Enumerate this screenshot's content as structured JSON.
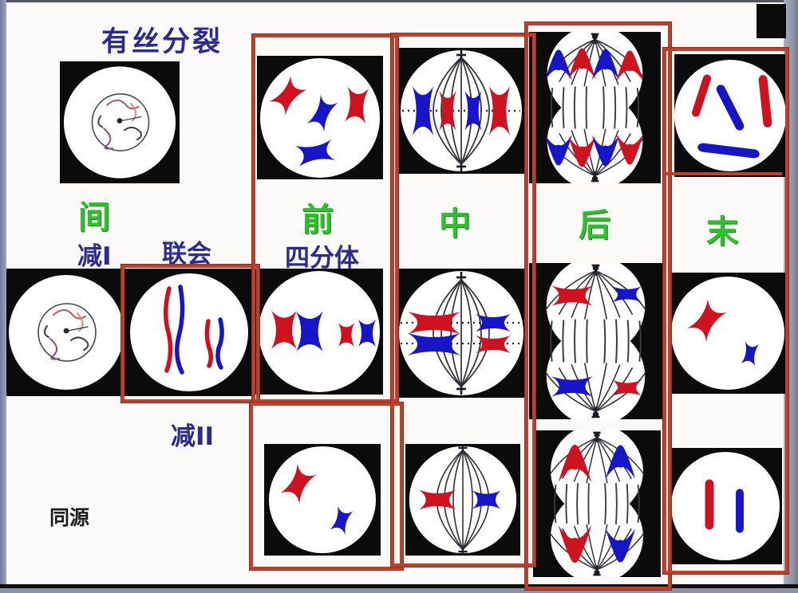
{
  "title": "有丝分裂",
  "mitosis_stages": {
    "interphase": "间",
    "prophase": "前",
    "metaphase": "中",
    "anaphase": "后",
    "telophase": "末"
  },
  "meiosis_labels": {
    "meiosis_I": "减I",
    "synapsis": "联会",
    "tetrad": "四分体",
    "meiosis_II": "减II",
    "homologous": "同源"
  },
  "colors": {
    "chromosome_red": "#cf1220",
    "chromosome_blue": "#1616c8",
    "highlight_box": "#bf3f2a",
    "stage_label_green": "#2ec02e",
    "label_navy": "#2b2b90",
    "homologous_text": "#1c1c1c",
    "cell_black": "#0b0b0b",
    "slide_white": "#fbfaf8",
    "frame_gray": "#96a0b4"
  }
}
